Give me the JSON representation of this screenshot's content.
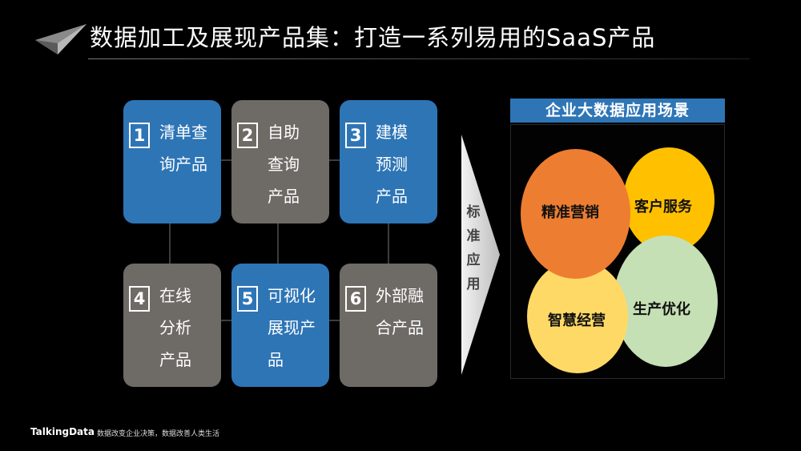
{
  "title": "数据加工及展现产品集：打造一系列易用的SaaS产品",
  "products": [
    {
      "num": "1",
      "label": "清单查询产品"
    },
    {
      "num": "2",
      "label": "自助查询产品"
    },
    {
      "num": "3",
      "label": "建模预测产品"
    },
    {
      "num": "4",
      "label": "在线分析产品"
    },
    {
      "num": "5",
      "label": "可视化展现产品"
    },
    {
      "num": "6",
      "label": "外部融合产品"
    }
  ],
  "standard_arrow": {
    "lines": [
      "标",
      "准",
      "应",
      "用"
    ]
  },
  "scenes": {
    "header": "企业大数据应用场景",
    "items": [
      "精准营销",
      "客户服务",
      "智慧经营",
      "生产优化"
    ]
  },
  "colors": {
    "blue": "#2e75b6",
    "grey": "#6e6b66",
    "orange": "#ed7d31",
    "yellow": "#ffc000",
    "light_yellow": "#ffd966",
    "light_green": "#c5e0b4"
  },
  "footer": {
    "brand": "TalkingData",
    "slogan": "数据改变企业决策，数据改善人类生活"
  }
}
